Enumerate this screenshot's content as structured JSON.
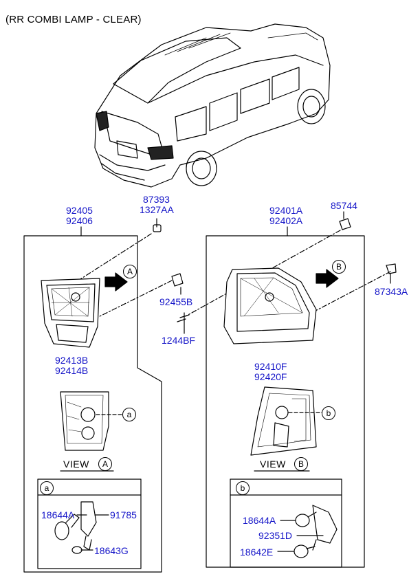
{
  "title": "(RR COMBI LAMP - CLEAR)",
  "left": {
    "part_top": [
      "92405",
      "92406"
    ],
    "part_lens": [
      "92413B",
      "92414B"
    ],
    "nut": [
      "87393",
      "1327AA"
    ],
    "clip": "92455B",
    "screw": "1244BF",
    "view_label": "VIEW",
    "view_ref": "A",
    "detail_ref": "a",
    "socket_a": "18644A",
    "socket_b": "91785",
    "socket_c": "18643G"
  },
  "right": {
    "part_top": [
      "92401A",
      "92402A"
    ],
    "part_lens": [
      "92410F",
      "92420F"
    ],
    "clip": "85744",
    "screw": "87343A",
    "view_label": "VIEW",
    "view_ref": "B",
    "detail_ref": "b",
    "socket_a": "18644A",
    "socket_b": "92351D",
    "socket_c": "18642E"
  },
  "colors": {
    "label": "#1515c8",
    "line": "#000000"
  }
}
